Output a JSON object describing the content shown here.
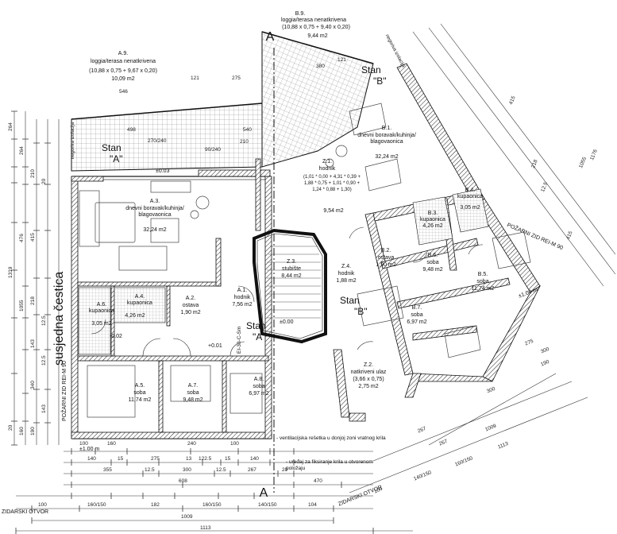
{
  "rooms_left": [
    {
      "id": "A.9.",
      "name": "loggia/terasa nenatkrivena",
      "formula": "(10,88 x 0,75 + 9,67 x 0,20)",
      "area": "10,09 m2"
    },
    {
      "id": "A.3.",
      "name": "dnevni boravak/kuhinja/ blagovaonica",
      "area": "32,24 m2"
    },
    {
      "id": "A.1.",
      "name": "hodnik",
      "area": "7,56 m2"
    },
    {
      "id": "A.2.",
      "name": "ostava",
      "area": "1,90 m2"
    },
    {
      "id": "A.4.",
      "name": "kupaonica",
      "area": "4,26 m2"
    },
    {
      "id": "A.6.",
      "name": "kupaonica",
      "area": "3,05 m2"
    },
    {
      "id": "A.5.",
      "name": "soba",
      "area": "11,74 m2"
    },
    {
      "id": "A.7.",
      "name": "soba",
      "area": "9,48 m2"
    },
    {
      "id": "A.8.",
      "name": "soba",
      "area": "6,97 m2"
    }
  ],
  "rooms_right": [
    {
      "id": "B.9.",
      "name": "loggia/terasa nenatkrivena",
      "formula": "(10,88 x 0,75 + 9,40 x 0,20)",
      "area": "9,44 m2"
    },
    {
      "id": "B.1.",
      "name": "dnevni boravak/kuhinja/ blagovaonica",
      "area": "32,24 m2"
    },
    {
      "id": "Z.1.",
      "name": "hodnik",
      "formula": "(1,01 * 0,00 + 4,31 * 0,39 + 1,88 * 0,75 + 1,01 * 0,90 + 1,24 * 0,88 + 1,30)",
      "area": "9,54 m2"
    },
    {
      "id": "Z.3.",
      "name": "stubište",
      "area": "8,44 m2"
    },
    {
      "id": "B.2.",
      "name": "ostava",
      "area": "1,90 m2"
    },
    {
      "id": "B.3.",
      "name": "kupaonica",
      "area": "4,26 m2"
    },
    {
      "id": "B.4.",
      "name": "kupaonica",
      "area": "3,05 m2"
    },
    {
      "id": "B.5.",
      "name": "soba",
      "area": "11,74 m2"
    },
    {
      "id": "B.6.",
      "name": "soba",
      "area": "9,48 m2"
    },
    {
      "id": "B.7.",
      "name": "soba",
      "area": "6,97 m2"
    },
    {
      "id": "Z.4.",
      "name": "hodnik",
      "area": "1,88 m2"
    },
    {
      "id": "Z.2.",
      "name": "natkriveni ulaz",
      "formula": "(3,66 x 0,75)",
      "area": "2,75 m2"
    }
  ],
  "labels": {
    "stan_a_top": "Stan",
    "stan_a_letter": "\"A\"",
    "stan_b_top": "Stan",
    "stan_b_letter": "\"B\"",
    "stan_b_mid": "Stan",
    "stan_b_mid_letter": "\"B\"",
    "stan_a_mid": "Stan",
    "stan_a_mid_letter": "\"A\"",
    "section_a_top": "A",
    "section_a_bottom": "A",
    "susjedna": "susjedna čestica",
    "pozarni_left": "POŽARNI ZID REI-M 90",
    "pozarni_right": "POŽARNI ZID REI-M 90",
    "zidarski_left": "ZIDARSKI OTVOR",
    "zidarski_right": "ZIDARSKI OTVOR",
    "negorive_left": "negoriva izolacija",
    "negorive_right": "negoriva izolacija",
    "eij": "EI-30-C-Sm",
    "note_1": "- ventilacijska rešetka u donjoj zoni vratnog krila",
    "note_2": "- uređaj za fiksiranje krila u otvorenom položaju",
    "level_1": "±0.03",
    "level_2": "±0.00",
    "level_3": "-0.02",
    "level_4": "+0.01",
    "level_5": "±1.00 m",
    "level_6": "±1.00 m"
  },
  "dims_bottom": {
    "row1": [
      "100",
      "160",
      "240",
      "100"
    ],
    "row2": [
      "140",
      "15",
      "275",
      "13",
      "122.5",
      "15",
      "140"
    ],
    "row3": [
      "355",
      "12.5",
      "300",
      "12.5",
      "267",
      "20"
    ],
    "row4": [
      "608",
      "470"
    ],
    "row5": [
      "182",
      "160/150",
      "140/150",
      "104"
    ],
    "row6": [
      "160/150",
      "100"
    ],
    "row7": "1009",
    "row8": "1113"
  },
  "dims_left": [
    "264",
    "264",
    "210",
    "20",
    "415",
    "476",
    "1319",
    "1055",
    "218",
    "12.5",
    "143",
    "340",
    "143",
    "20",
    "160",
    "12.5",
    "190"
  ],
  "dims_top": [
    "546",
    "498",
    "270/240",
    "121",
    "90/240",
    "275",
    "210",
    "540",
    "380",
    "121"
  ],
  "dims_right": [
    "1176",
    "1055",
    "415",
    "218",
    "12.5",
    "415",
    "300",
    "190",
    "275",
    "300",
    "1009",
    "1113",
    "267",
    "267",
    "160/150",
    "140/150",
    "104"
  ]
}
